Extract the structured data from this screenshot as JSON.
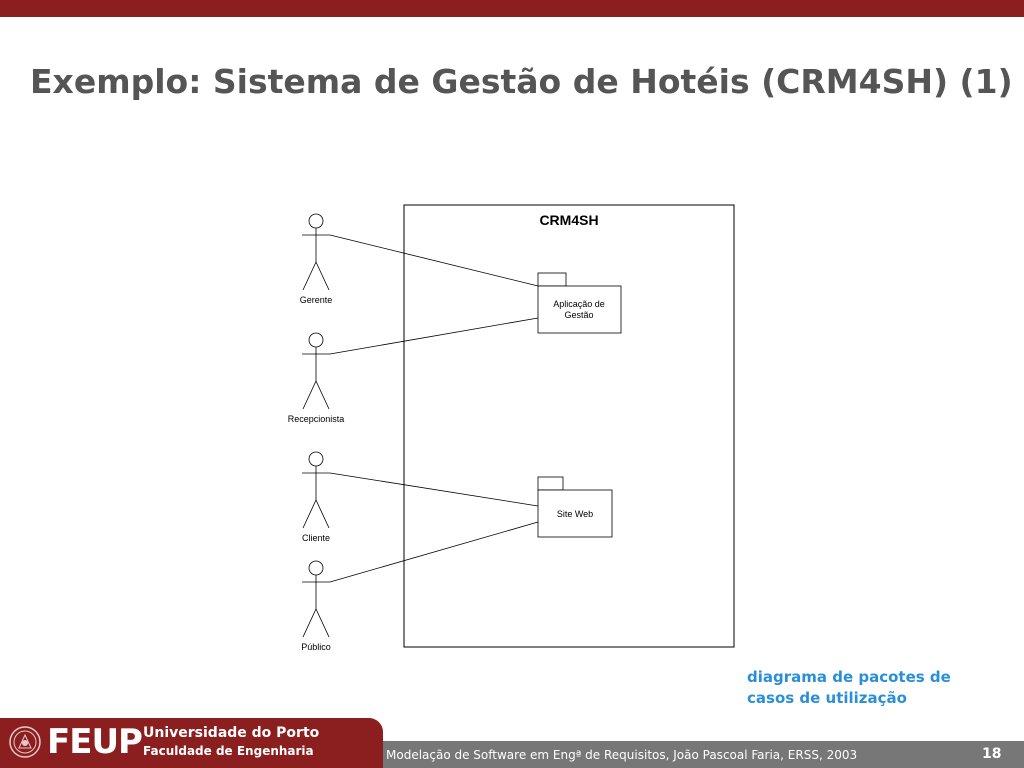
{
  "slide": {
    "title": "Exemplo: Sistema de Gestão de Hotéis (CRM4SH) (1)",
    "note_line1": "diagrama de pacotes de",
    "note_line2": "casos de utilização"
  },
  "diagram": {
    "system_name": "CRM4SH",
    "actors": [
      "Gerente",
      "Recepcionista",
      "Cliente",
      "Público"
    ],
    "packages": [
      {
        "label_line1": "Aplicação de",
        "label_line2": "Gestão"
      },
      {
        "label_line1": "Site Web",
        "label_line2": ""
      }
    ]
  },
  "footer": {
    "logo_text": "FEUP",
    "university": "Universidade do Porto",
    "faculty": "Faculdade de Engenharia",
    "course_text": "Modelação de Software em Engª de Requisitos, João Pascoal Faria, ERSS, 2003",
    "page_number": "18"
  },
  "colors": {
    "brand_red": "#8b1f1f",
    "footer_gray": "#777777",
    "title_gray": "#555555",
    "note_blue": "#2b8fd8"
  }
}
